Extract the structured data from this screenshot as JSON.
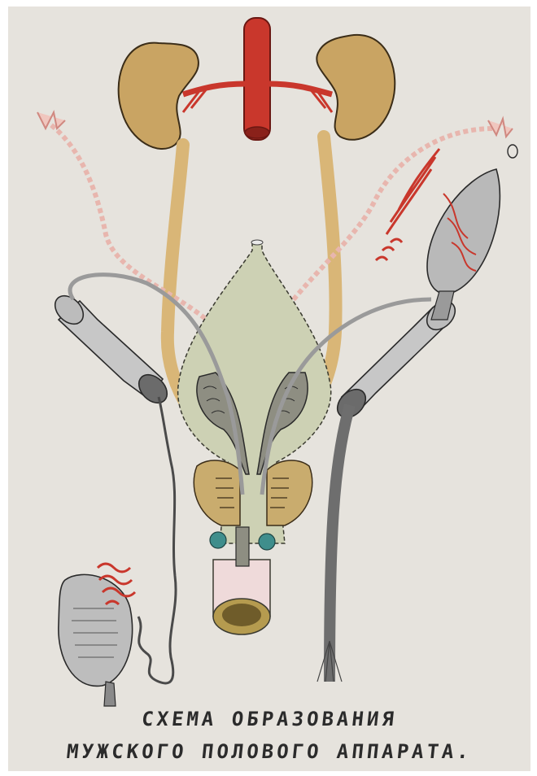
{
  "poster": {
    "caption_line1": "Схема образования",
    "caption_line2": "мужского полового аппарата."
  },
  "figure": {
    "structures": [
      "aorta-artery",
      "left-kidney",
      "right-kidney",
      "left-ureter",
      "right-ureter",
      "left-paramesonephric-duct",
      "right-paramesonephric-duct",
      "urogenital-sinus",
      "seminal-vesicles",
      "prostate-gland",
      "bulbourethral-glands",
      "penis-stump",
      "left-gubernaculum-tube",
      "right-gubernaculum-tube",
      "left-testis-epididymis",
      "right-testis-rete",
      "left-vas-deferens",
      "right-vas-deferens"
    ]
  },
  "colors": {
    "background": "#e6e3dd",
    "artery": "#c9372c",
    "kidney": "#c9a463",
    "ureter": "#d9b677",
    "gland": "#c9ac6e",
    "sinus": "#cdd1b4",
    "duct_pink": "#e8b6ae",
    "gray": "#9a9a9a",
    "teal": "#3f8e8c"
  }
}
